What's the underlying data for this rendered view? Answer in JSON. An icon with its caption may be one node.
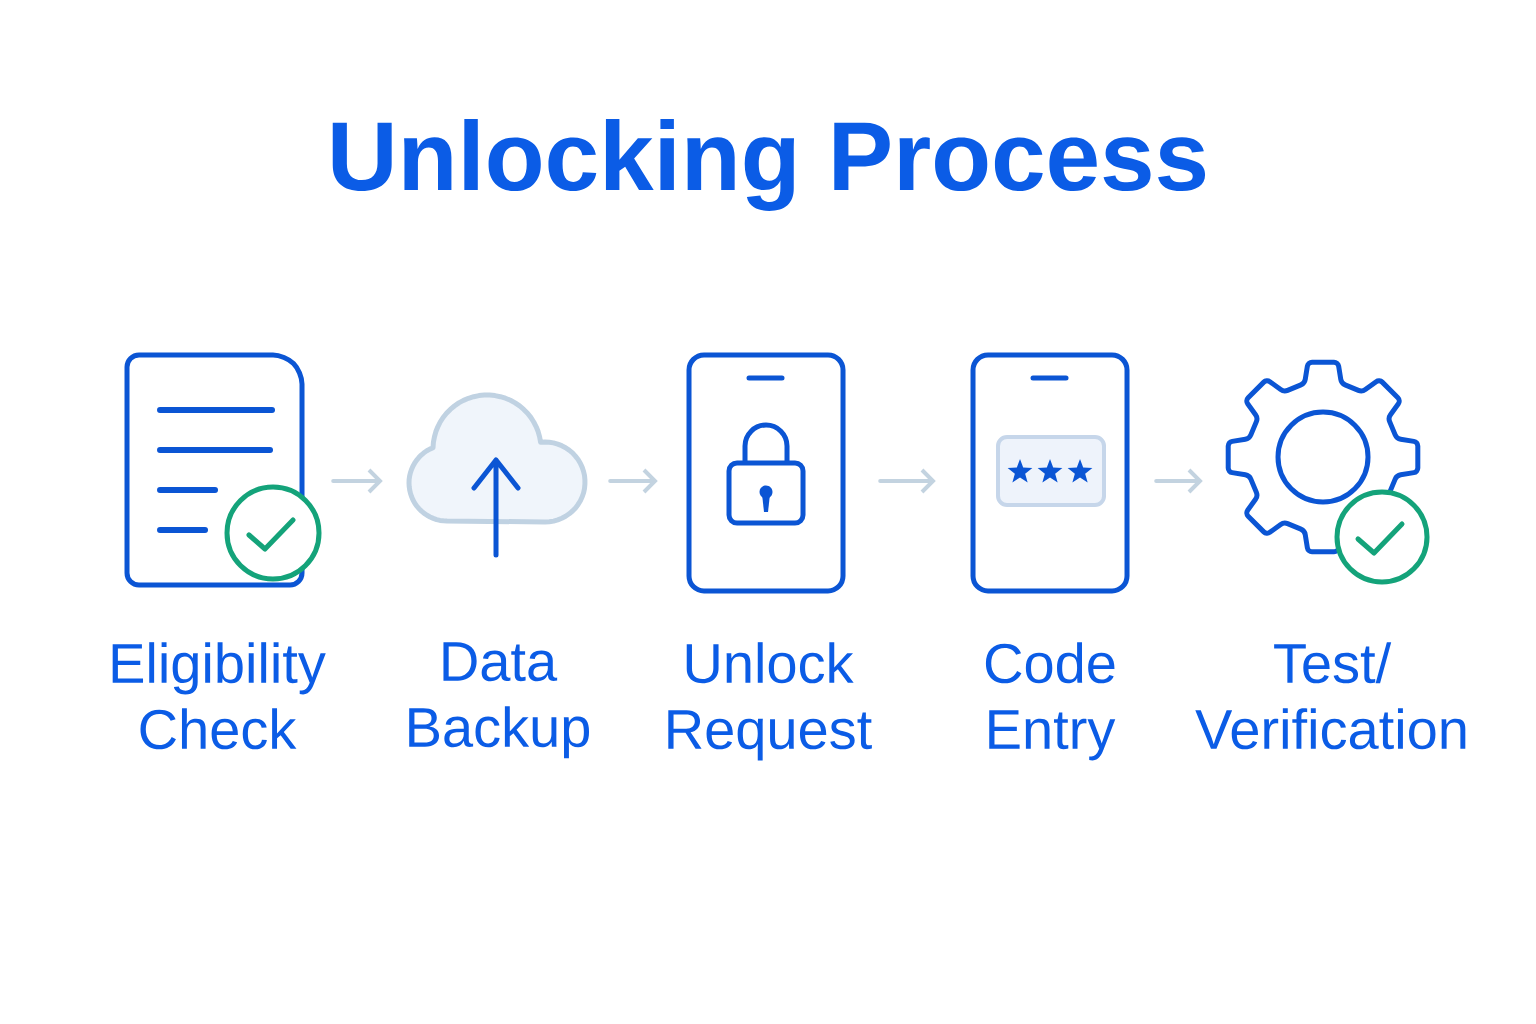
{
  "diagram": {
    "title": "Unlocking Process",
    "nodes": [
      {
        "text": [
          "Eligibility Check"
        ]
      },
      {
        "text": [
          "Data Backup"
        ]
      },
      {
        "text": [
          "Unlock Request"
        ]
      },
      {
        "text": [
          "Code Entry"
        ]
      },
      {
        "text": [
          "Test/ Verification"
        ]
      }
    ],
    "edges": [
      {
        "from": 0,
        "to": 1,
        "arrow": "to"
      },
      {
        "from": 1,
        "to": 2,
        "arrow": "to"
      },
      {
        "from": 2,
        "to": 3,
        "arrow": "to"
      },
      {
        "from": 3,
        "to": 4,
        "arrow": "to"
      }
    ]
  }
}
